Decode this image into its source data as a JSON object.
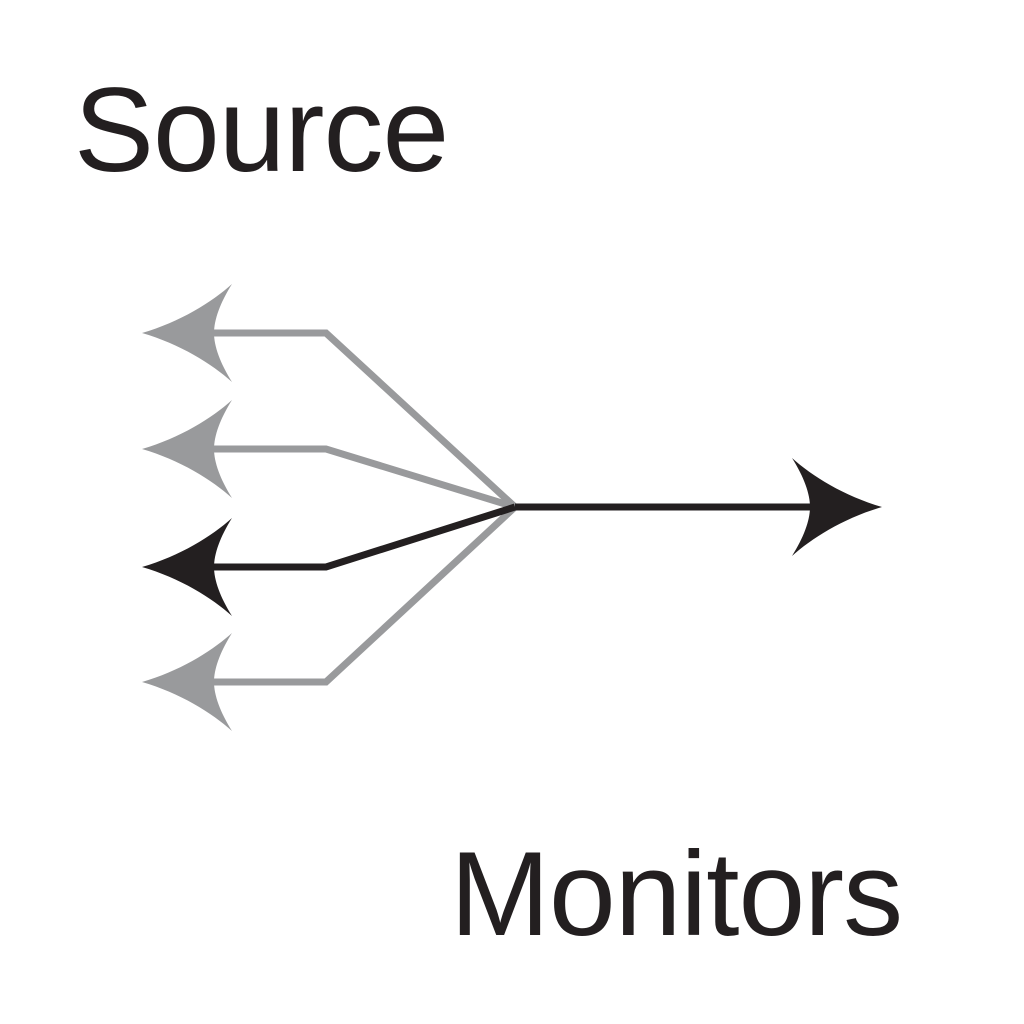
{
  "labels": {
    "top": "Source",
    "bottom": "Monitors"
  },
  "colors": {
    "active": "#231f20",
    "inactive": "#999a9c",
    "text": "#231f20",
    "background": "#ffffff"
  },
  "branches": [
    {
      "id": "branch-1",
      "state": "inactive"
    },
    {
      "id": "branch-2",
      "state": "inactive"
    },
    {
      "id": "branch-3",
      "state": "active"
    },
    {
      "id": "branch-4",
      "state": "inactive"
    }
  ],
  "output": {
    "state": "active"
  }
}
